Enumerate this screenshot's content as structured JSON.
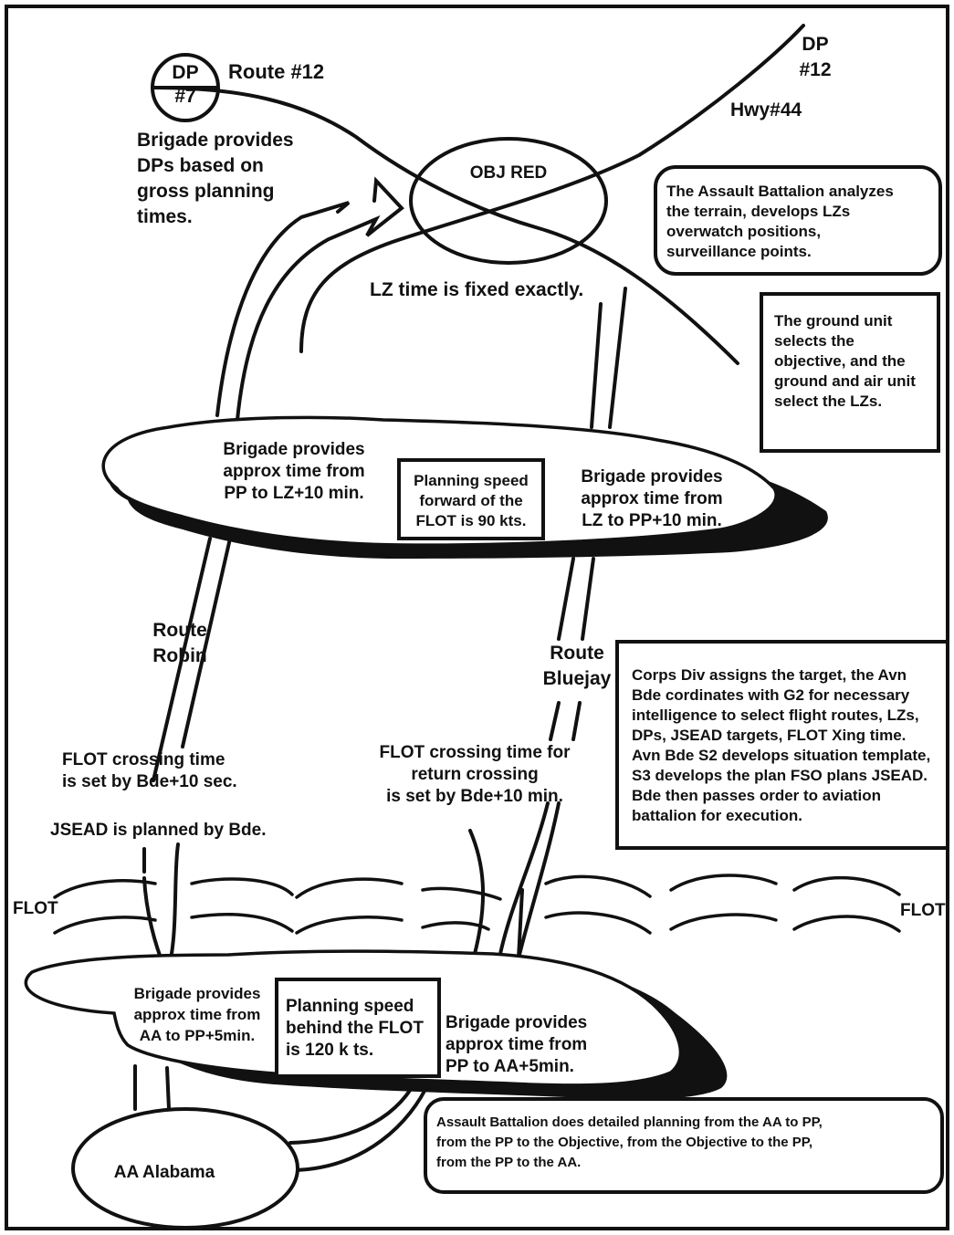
{
  "nodes": {
    "dp7": "DP\n#7",
    "route12": "Route #12",
    "dp12": "DP\n#12",
    "hwy44": "Hwy#44",
    "brigade_dps": "Brigade provides\nDPs based on\ngross planning\ntimes.",
    "obj_red": "OBJ RED",
    "assault_analyzes": "The Assault Battalion analyzes\nthe terrain, develops LZs\noverwatch positions,\nsurveillance points.",
    "lz_fixed": "LZ time is fixed exactly.",
    "ground_unit": "The ground unit\nselects the\nobjective, and the\nground and air unit\nselect the LZs.",
    "upper_left": "Brigade provides\napprox time from\nPP to LZ+10 min.",
    "speed_forward": "Planning speed\nforward of the\nFLOT is 90 kts.",
    "upper_right": "Brigade provides\napprox time from\nLZ to PP+10 min.",
    "route_robin": "Route\nRobin",
    "route_bluejay": "Route\nBluejay",
    "corps_div": "Corps Div assigns the target, the Avn\nBde cordinates with G2 for necessary\nintelligence to select flight routes, LZs,\nDPs, JSEAD targets, FLOT Xing time.\nAvn Bde S2 develops situation template,\nS3 develops the plan FSO plans JSEAD.\nBde then passes order to aviation\nbattalion for execution.",
    "flot_crossing": "FLOT crossing time\nis set by Bde+10 sec.",
    "flot_return": "FLOT crossing time for\nreturn crossing\nis set by Bde+10 min.",
    "jsead": "JSEAD is planned by Bde.",
    "flot_left": "FLOT",
    "flot_right": "FLOT",
    "lower_left": "Brigade provides\napprox time from\nAA to PP+5min.",
    "speed_behind": "Planning speed\nbehind the FLOT\nis 120 k ts.",
    "lower_right": "Brigade provides\napprox time from\nPP to AA+5min.",
    "aa_alabama": "AA Alabama",
    "assault_detailed": "Assault Battalion does detailed planning from the AA to PP,\nfrom the PP to the Objective, from the Objective to the PP,\nfrom the PP to the AA."
  }
}
